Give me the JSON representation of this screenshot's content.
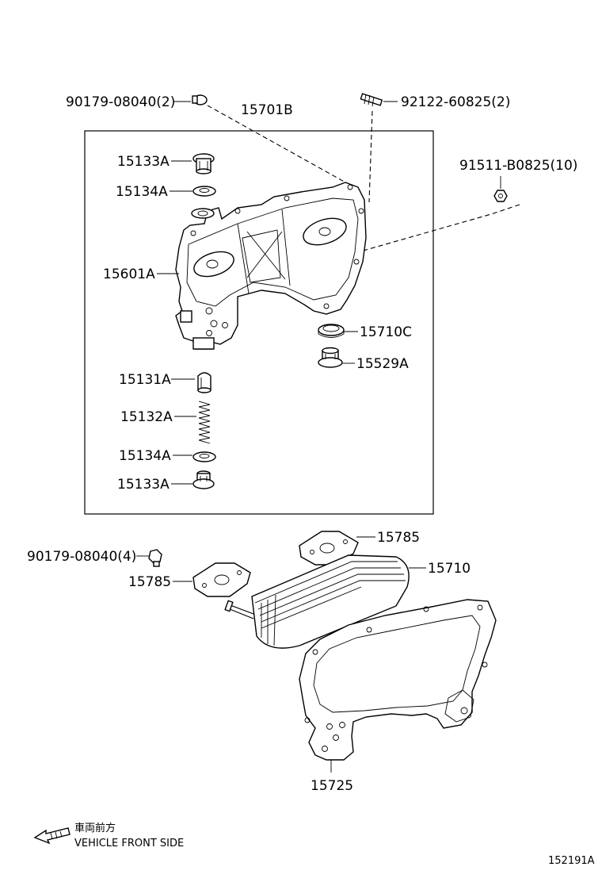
{
  "diagram": {
    "labels": {
      "bolt_top": "90179-08040(2)",
      "assembly": "15701B",
      "stud": "92122-60825(2)",
      "nut": "91511-B0825(10)",
      "plug_top": "15133A",
      "gasket_top": "15134A",
      "housing": "15601A",
      "gasket_c": "15710C",
      "plug_c": "15529A",
      "valve": "15131A",
      "spring": "15132A",
      "gasket_bottom": "15134A",
      "plug_bottom": "15133A",
      "bolt_lower": "90179-08040(4)",
      "gasket_785_right": "15785",
      "gasket_785_left": "15785",
      "cooler": "15710",
      "cooler_gasket": "15725"
    },
    "front_side_jp": "車両前方",
    "front_side_en": "VEHICLE FRONT SIDE",
    "figure_id": "152191A"
  }
}
